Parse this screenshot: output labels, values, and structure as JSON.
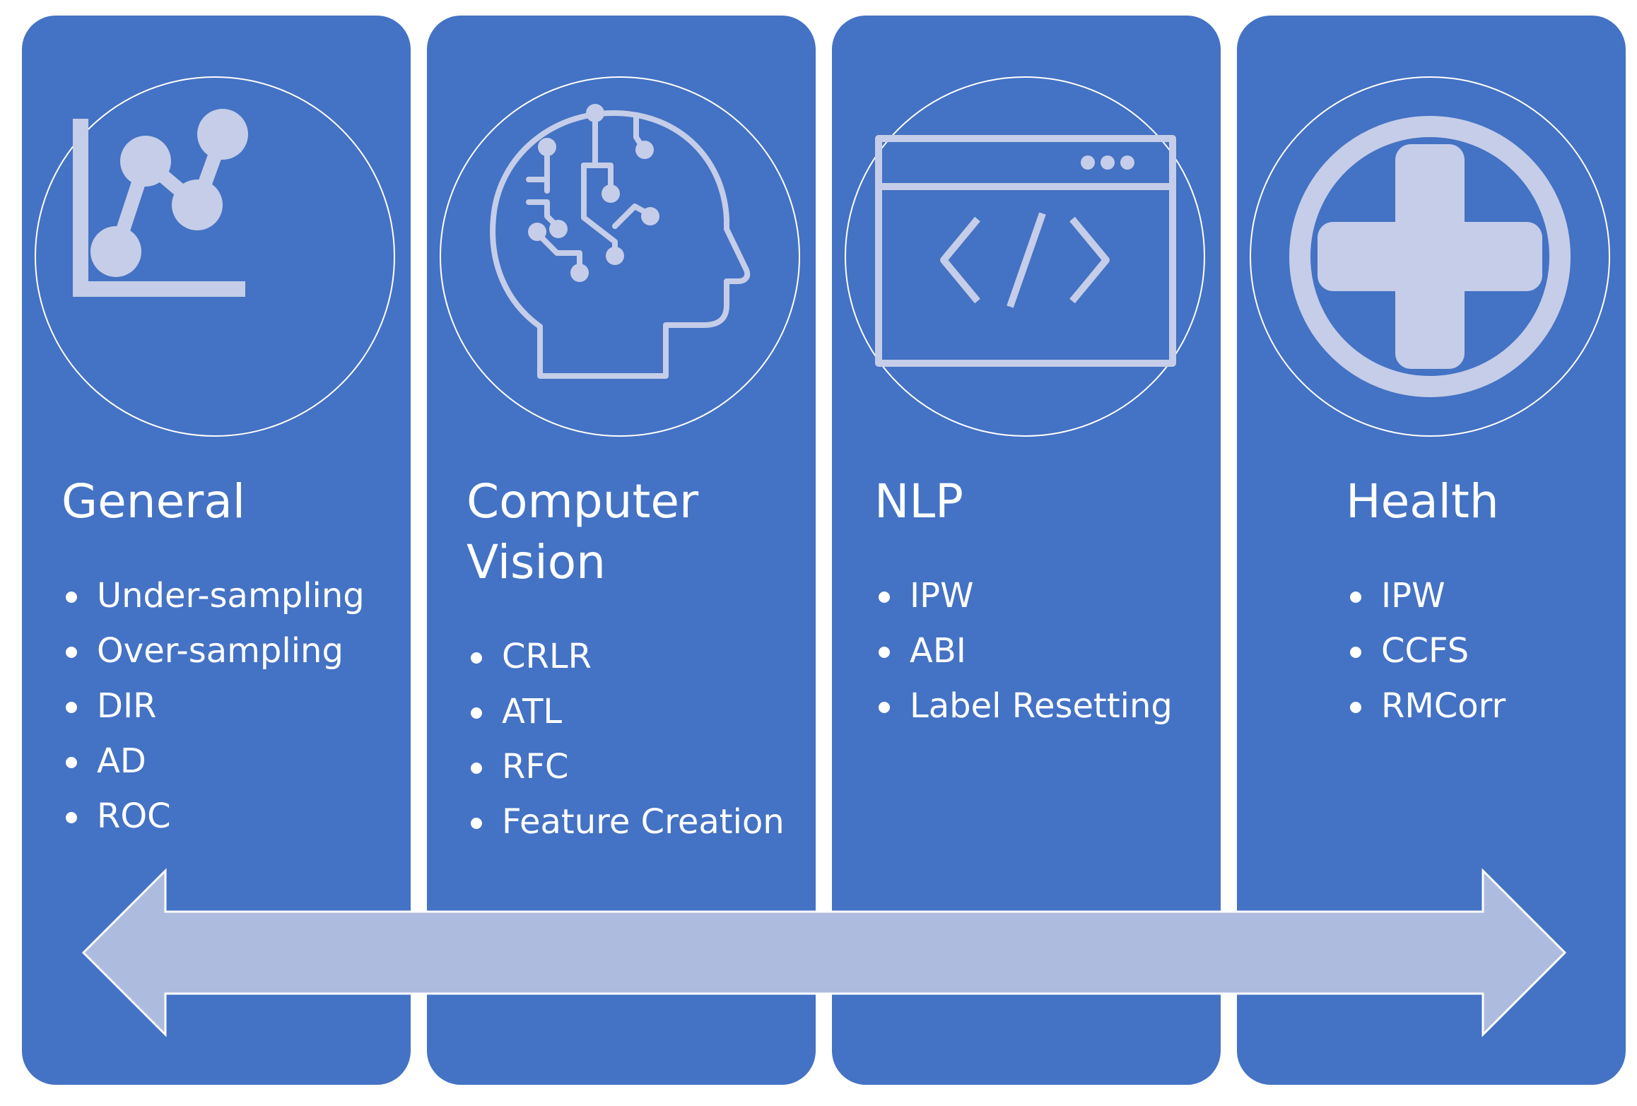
{
  "columns": [
    {
      "title": "General",
      "icon": "line-chart-icon",
      "items": [
        "Under-sampling",
        "Over-sampling",
        "DIR",
        "AD",
        "ROC"
      ]
    },
    {
      "title": "Computer Vision",
      "icon": "brain-circuit-head-icon",
      "items": [
        "CRLR",
        "ATL",
        "RFC",
        "Feature Creation"
      ]
    },
    {
      "title": "NLP",
      "icon": "code-window-icon",
      "items": [
        "IPW",
        "ABI",
        "Label Resetting"
      ]
    },
    {
      "title": "Health",
      "icon": "medical-cross-icon",
      "items": [
        "IPW",
        "CCFS",
        "RMCorr"
      ]
    }
  ],
  "colors": {
    "panel": "#4472c4",
    "icon": "#c5cde8",
    "arrow": "#adbbde",
    "text": "#ffffff"
  }
}
